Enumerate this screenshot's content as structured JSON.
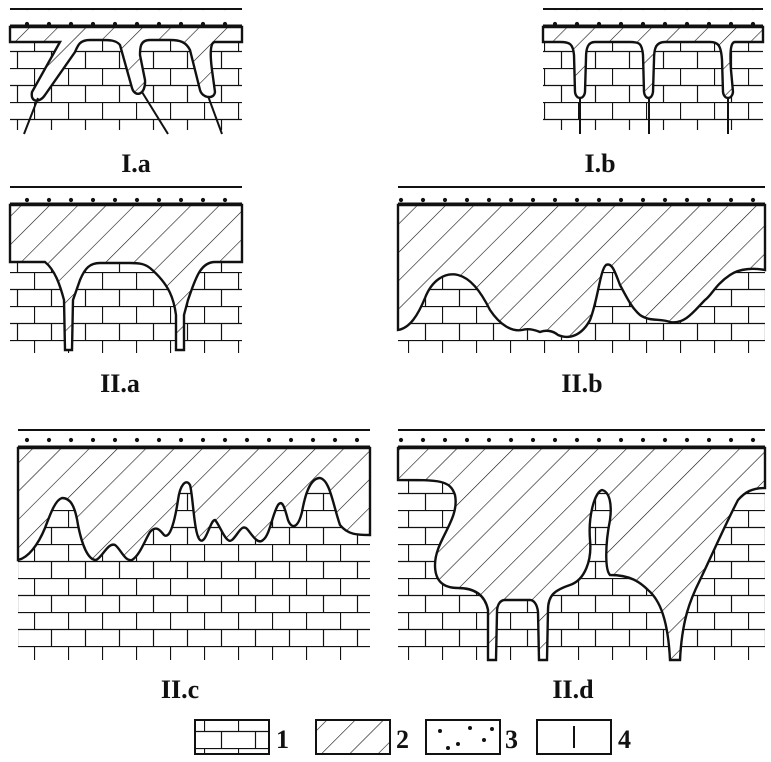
{
  "panels": [
    {
      "id": "Ia",
      "label": "I.a"
    },
    {
      "id": "Ib",
      "label": "I.b"
    },
    {
      "id": "IIa",
      "label": "II.a"
    },
    {
      "id": "IIb",
      "label": "II.b"
    },
    {
      "id": "IIc",
      "label": "II.c"
    },
    {
      "id": "IId",
      "label": "II.d"
    }
  ],
  "legend": [
    {
      "number": "1",
      "pattern": "limestone-brick"
    },
    {
      "number": "2",
      "pattern": "diagonal-hatch"
    },
    {
      "number": "3",
      "pattern": "dotted-sand"
    },
    {
      "number": "4",
      "pattern": "vertical-fissure"
    }
  ],
  "colors": {
    "ink": "#111111",
    "background": "#ffffff"
  }
}
